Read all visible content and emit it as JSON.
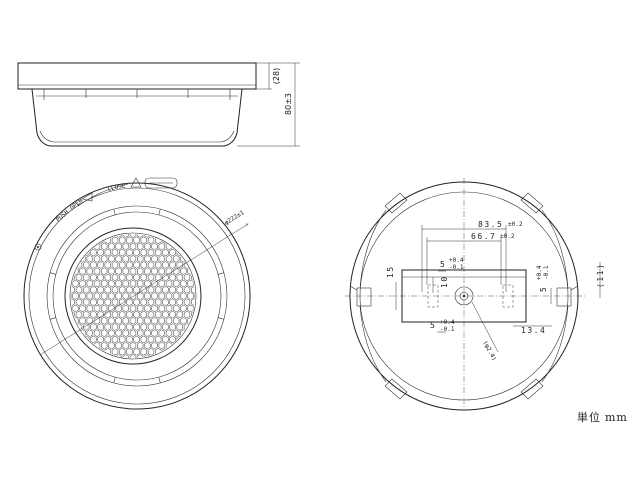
{
  "unit_label": "単位",
  "unit_value": "mm",
  "side_view": {
    "dim_top": "(28)",
    "dim_height": "80±3"
  },
  "bottom_view": {
    "dim_diameter": "φ222±1",
    "push_open_label": "PUSH OPEN",
    "close_label": "CLOSE"
  },
  "back_view": {
    "dim_835": "83.5",
    "dim_835_tol": "±0.2",
    "dim_667": "66.7",
    "dim_667_tol": "±0.2",
    "dim_5a": "5",
    "dim_5a_tol_up": "+0.4",
    "dim_5a_tol_dn": "-0.1",
    "dim_10": "10",
    "dim_15": "15",
    "dim_5b": "5",
    "dim_5b_tol_up": "+0.4",
    "dim_5b_tol_dn": "-0.1",
    "dim_5c": "5",
    "dim_5c_tol_up": "+0.4",
    "dim_5c_tol_dn": "-0.1",
    "dim_11": "(11)",
    "dim_134": "13.4",
    "dim_24": "(φ2.4)"
  }
}
